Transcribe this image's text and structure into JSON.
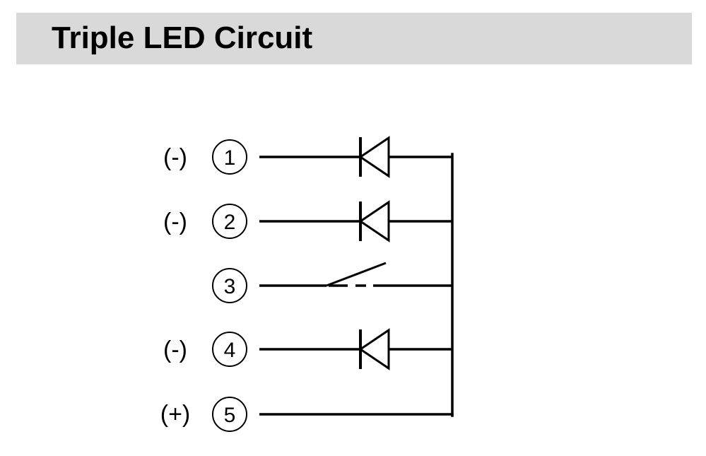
{
  "title": "Triple LED Circuit",
  "diagram": {
    "pins": [
      {
        "number": "1",
        "polarity": "(-)",
        "element": "led"
      },
      {
        "number": "2",
        "polarity": "(-)",
        "element": "led"
      },
      {
        "number": "3",
        "polarity": "",
        "element": "switch"
      },
      {
        "number": "4",
        "polarity": "(-)",
        "element": "led"
      },
      {
        "number": "5",
        "polarity": "(+)",
        "element": "wire"
      }
    ]
  }
}
